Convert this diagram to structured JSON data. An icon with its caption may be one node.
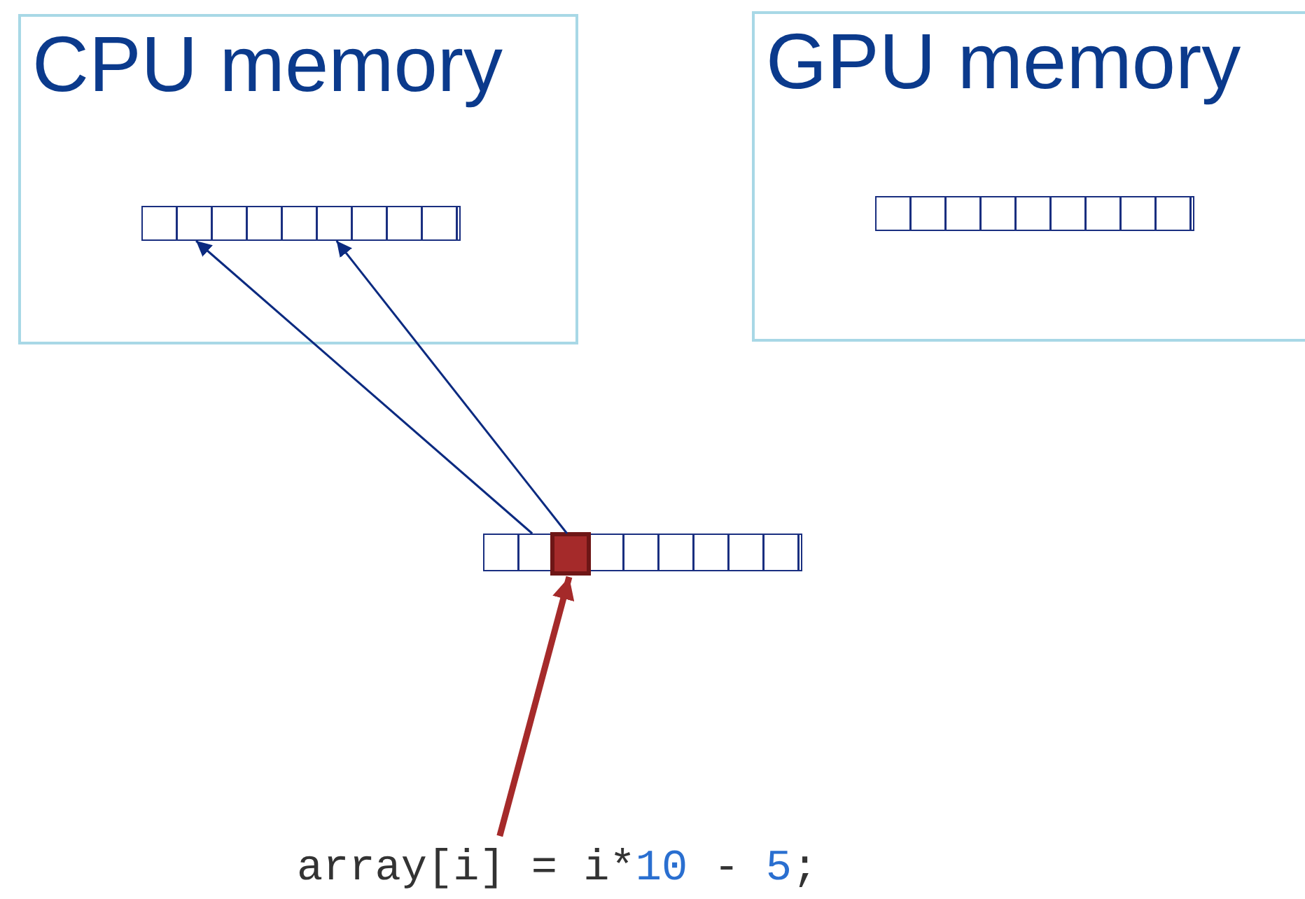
{
  "diagram": {
    "nodes": [
      {
        "text": [
          "CPU memory"
        ]
      },
      {
        "text": [],
        "shape": "bar",
        "in": 0
      },
      {
        "text": [
          "GPU memory"
        ]
      },
      {
        "text": [],
        "shape": "bar",
        "in": 2
      },
      {
        "text": [],
        "shape": "bar"
      },
      {
        "text": [],
        "shape": "box",
        "in": 4
      },
      {
        "text": [
          "array[i] = i*10 - 5;"
        ]
      }
    ],
    "edges": [
      {
        "from": 4,
        "to": 1,
        "arrow": "to"
      },
      {
        "from": 4,
        "to": 1,
        "arrow": "to"
      },
      {
        "from": 6,
        "to": 5,
        "arrow": "to",
        "style": "thick",
        "color": "#a52a2a"
      }
    ]
  }
}
